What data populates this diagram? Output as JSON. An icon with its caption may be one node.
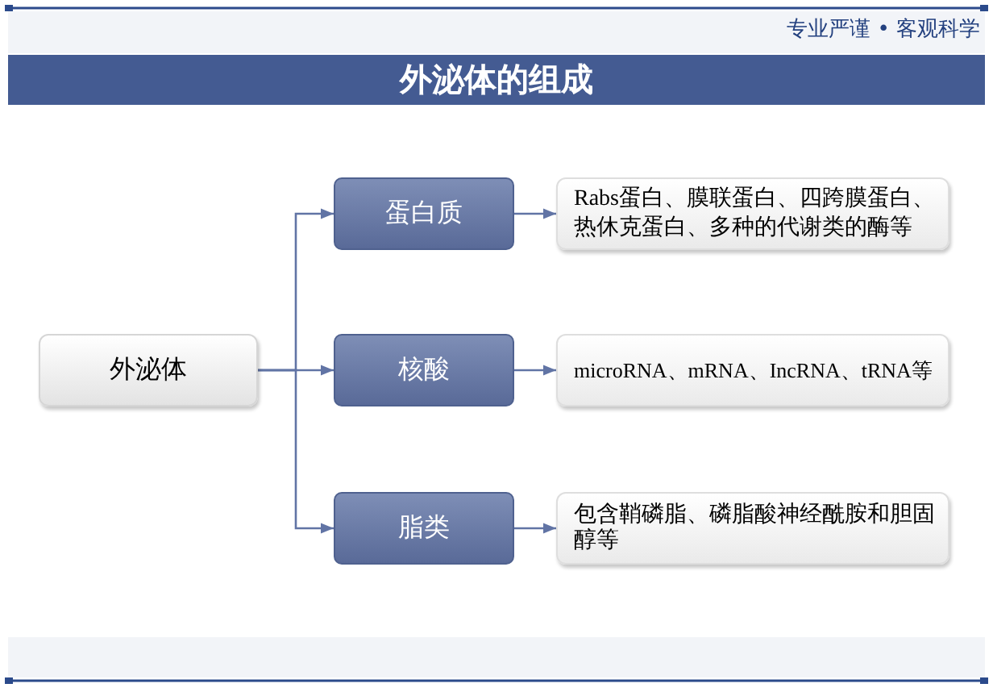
{
  "diagram": {
    "title": "外泌体的组成",
    "nodes": [
      {
        "text": [
          "外泌体"
        ]
      },
      {
        "text": [
          "蛋白质"
        ]
      },
      {
        "text": [
          "核酸"
        ]
      },
      {
        "text": [
          "脂类"
        ]
      },
      {
        "text": [
          "Rabs蛋白、膜联蛋白、四跨膜蛋白、热休克蛋白、多种的代谢类的酶等"
        ]
      },
      {
        "text": [
          "microRNA、mRNA、IncRNA、tRNA等"
        ]
      },
      {
        "text": [
          "包含鞘磷脂、磷脂酸神经酰胺和胆固醇等"
        ]
      }
    ],
    "edges": [
      {
        "from": 0,
        "to": 1,
        "arrow": "to"
      },
      {
        "from": 0,
        "to": 2,
        "arrow": "to"
      },
      {
        "from": 0,
        "to": 3,
        "arrow": "to"
      },
      {
        "from": 1,
        "to": 4,
        "arrow": "to"
      },
      {
        "from": 2,
        "to": 5,
        "arrow": "to"
      },
      {
        "from": 3,
        "to": 6,
        "arrow": "to"
      }
    ],
    "labels": [
      "专业严谨 • 客观科学"
    ]
  }
}
